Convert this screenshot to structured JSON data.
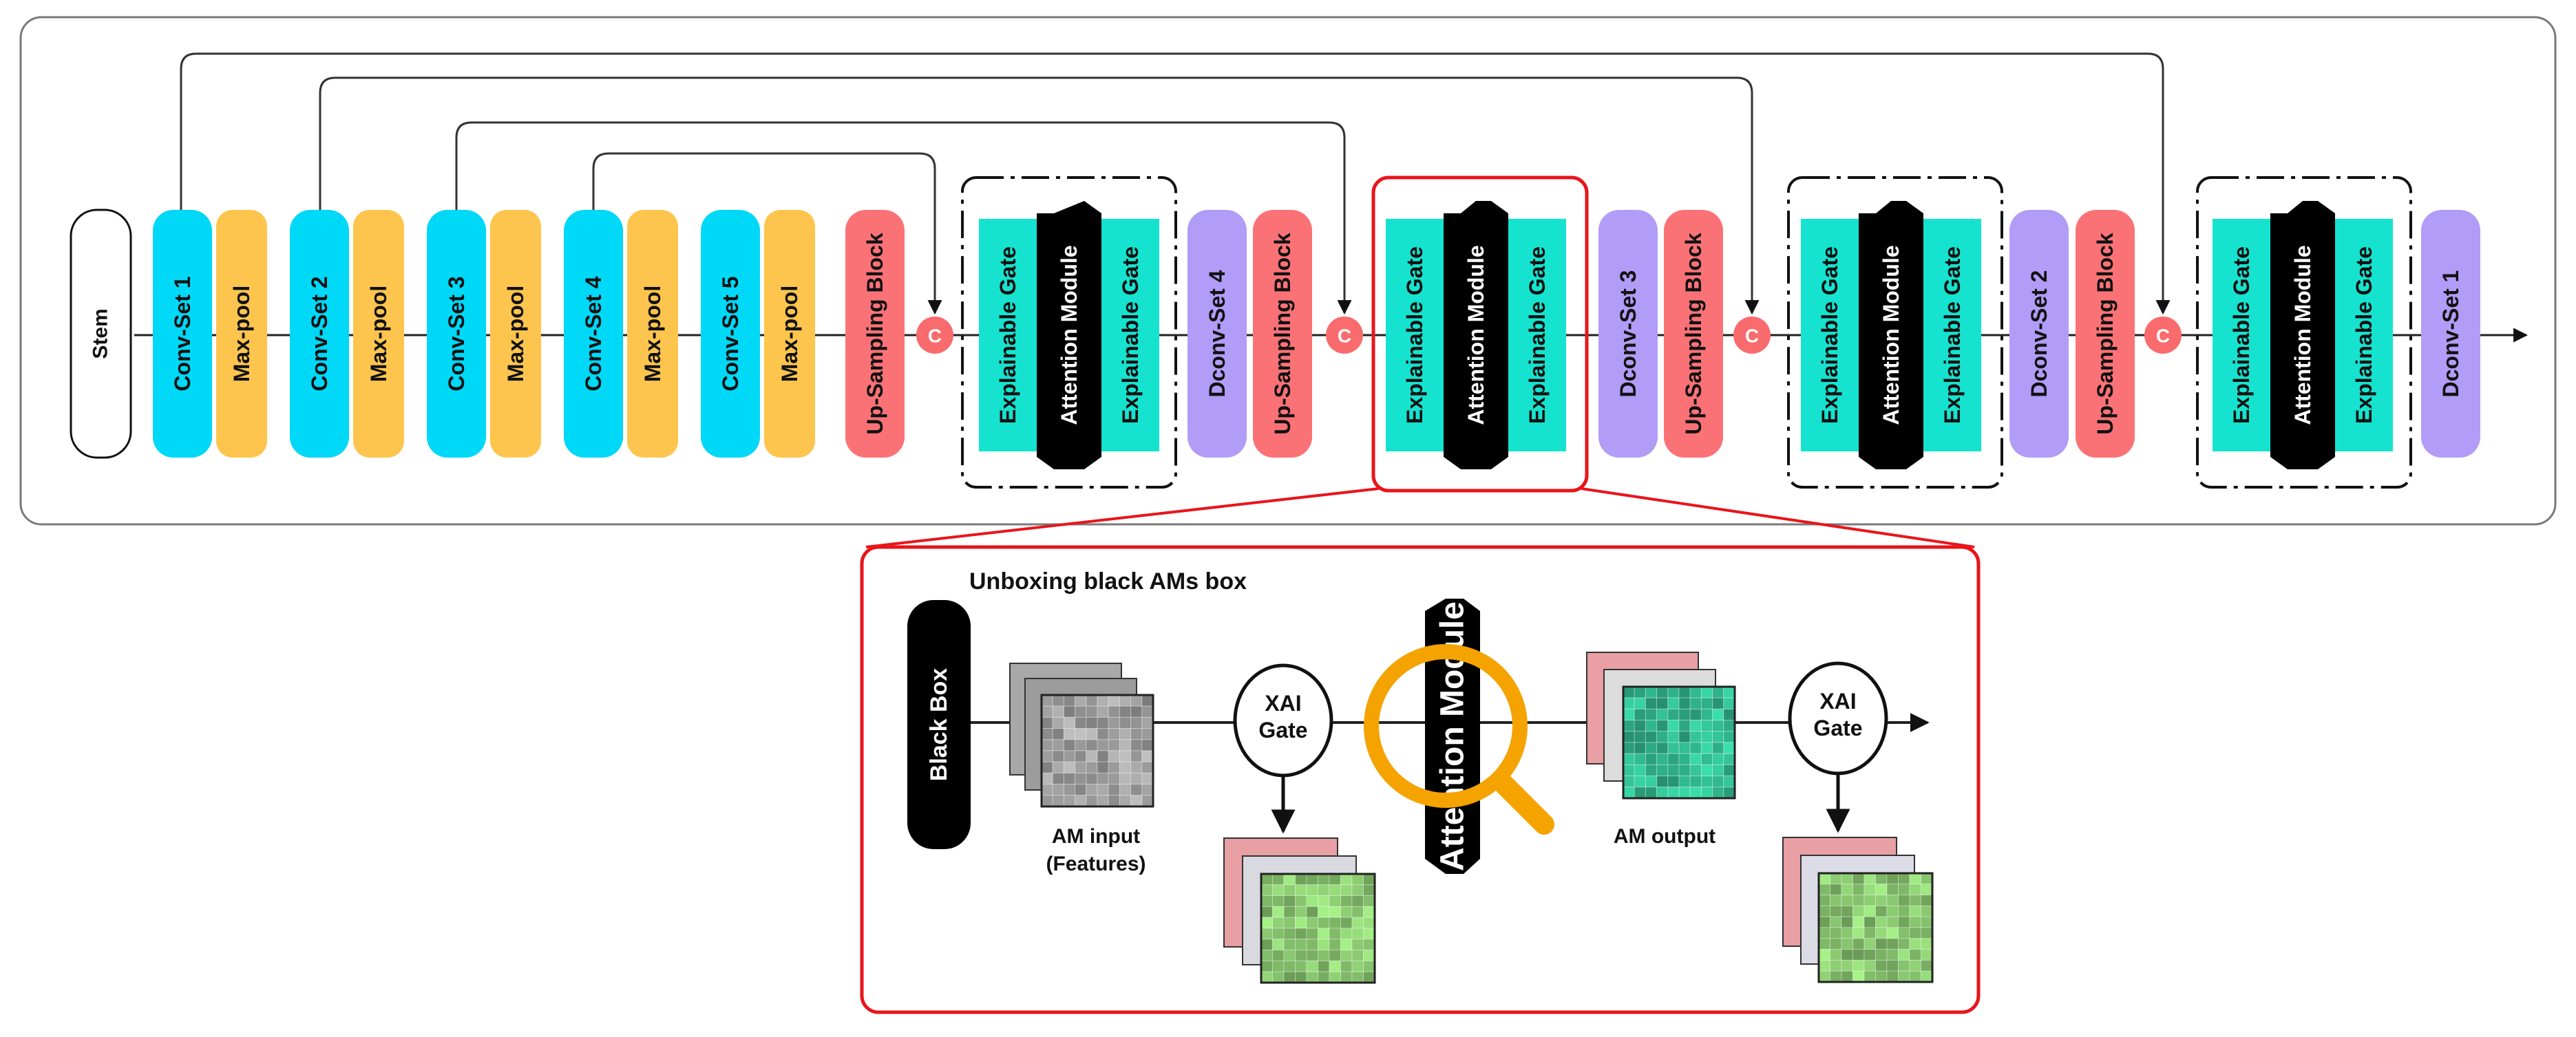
{
  "colors": {
    "conv": "#00d8f8",
    "pool": "#fec54e",
    "upsample": "#fb7276",
    "dconv": "#b19cf7",
    "gate": "#16e3cf",
    "module": "#000000",
    "concat": "#f96b6d",
    "highlight": "#e8151b",
    "magnifier": "#f4a300",
    "gray_grid": "#9a9a9a",
    "teal_grid": "#2fb38a",
    "green_grid": "#86c36d",
    "red_grid": "#e9a0a4"
  },
  "encoder": {
    "stem": "Stem",
    "conv_sets": [
      "Conv-Set 1",
      "Conv-Set 2",
      "Conv-Set 3",
      "Conv-Set 4",
      "Conv-Set 5"
    ],
    "pool": "Max-pool"
  },
  "decoder": {
    "upsample": "Up-Sampling Block",
    "concat": "C",
    "gate": "Explainable Gate",
    "module": "Attention Module",
    "dconv_sets": [
      "Dconv-Set 4",
      "Dconv-Set 3",
      "Dconv-Set 2",
      "Dconv-Set 1"
    ]
  },
  "inset": {
    "title": "Unboxing black AMs box",
    "black_box": "Black Box",
    "am_input_line1": "AM input",
    "am_input_line2": "(Features)",
    "xai_line1": "XAI",
    "xai_line2": "Gate",
    "module": "Attention Module",
    "am_output": "AM output"
  }
}
